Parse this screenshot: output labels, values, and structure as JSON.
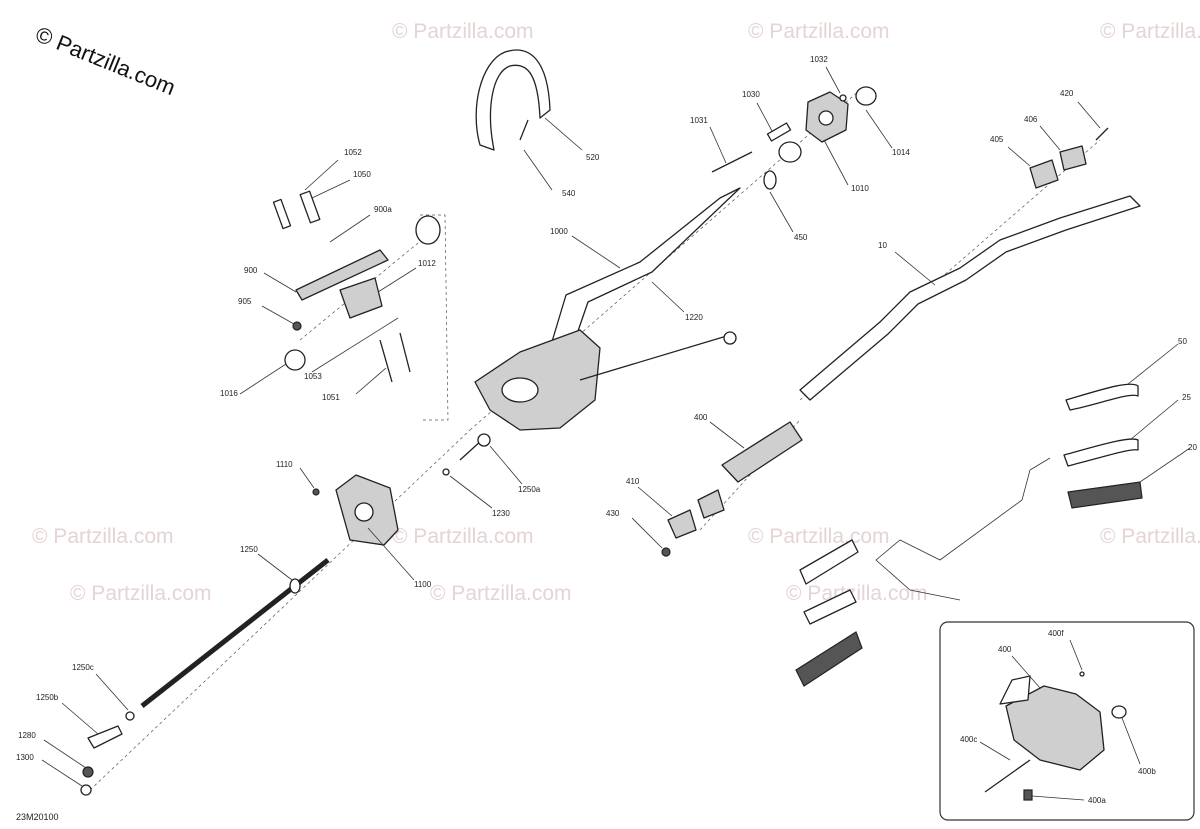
{
  "watermark": {
    "main": "© Partzilla.com",
    "repeat": "© Partzilla.com"
  },
  "diagram_code": "23M20100",
  "callouts": [
    {
      "id": "520",
      "text": "520"
    },
    {
      "id": "540",
      "text": "540"
    },
    {
      "id": "1032",
      "text": "1032"
    },
    {
      "id": "1030",
      "text": "1030"
    },
    {
      "id": "1031",
      "text": "1031"
    },
    {
      "id": "1014",
      "text": "1014"
    },
    {
      "id": "1010",
      "text": "1010"
    },
    {
      "id": "450",
      "text": "450"
    },
    {
      "id": "420",
      "text": "420"
    },
    {
      "id": "406",
      "text": "406"
    },
    {
      "id": "405",
      "text": "405"
    },
    {
      "id": "10",
      "text": "10"
    },
    {
      "id": "1052",
      "text": "1052"
    },
    {
      "id": "1050",
      "text": "1050"
    },
    {
      "id": "900a",
      "text": "900a"
    },
    {
      "id": "900",
      "text": "900"
    },
    {
      "id": "905",
      "text": "905"
    },
    {
      "id": "1012",
      "text": "1012"
    },
    {
      "id": "1000",
      "text": "1000"
    },
    {
      "id": "1220",
      "text": "1220"
    },
    {
      "id": "1016",
      "text": "1016"
    },
    {
      "id": "1053",
      "text": "1053"
    },
    {
      "id": "1051",
      "text": "1051"
    },
    {
      "id": "50",
      "text": "50"
    },
    {
      "id": "25",
      "text": "25"
    },
    {
      "id": "20",
      "text": "20"
    },
    {
      "id": "400",
      "text": "400"
    },
    {
      "id": "1110",
      "text": "1110"
    },
    {
      "id": "1250a",
      "text": "1250a"
    },
    {
      "id": "1230",
      "text": "1230"
    },
    {
      "id": "410",
      "text": "410"
    },
    {
      "id": "430",
      "text": "430"
    },
    {
      "id": "1250",
      "text": "1250"
    },
    {
      "id": "1100",
      "text": "1100"
    },
    {
      "id": "1250c",
      "text": "1250c"
    },
    {
      "id": "1250b",
      "text": "1250b"
    },
    {
      "id": "1280",
      "text": "1280"
    },
    {
      "id": "1300",
      "text": "1300"
    },
    {
      "id": "inset-400f",
      "text": "400f"
    },
    {
      "id": "inset-400",
      "text": "400"
    },
    {
      "id": "inset-400c",
      "text": "400c"
    },
    {
      "id": "inset-400b",
      "text": "400b"
    },
    {
      "id": "inset-400a",
      "text": "400a"
    }
  ]
}
